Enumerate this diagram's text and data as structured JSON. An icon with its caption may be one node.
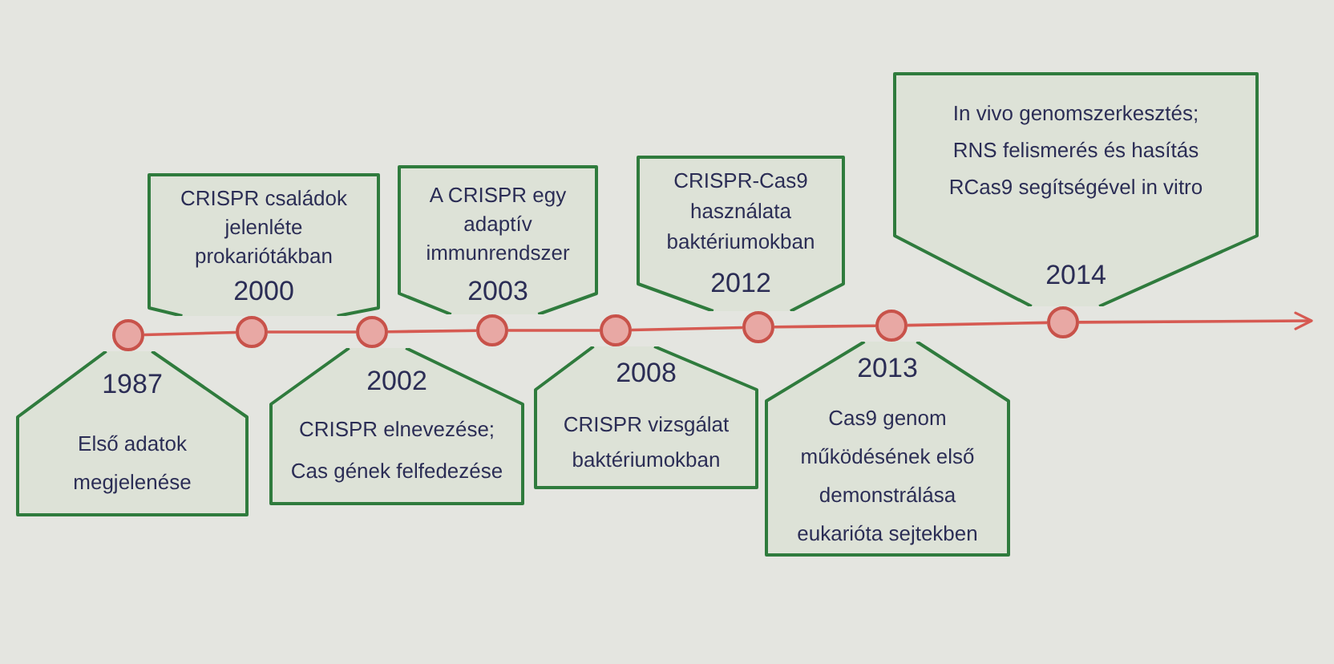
{
  "diagram": {
    "nodes": [
      {
        "text": [
          "1987",
          "Első adatok megjelenése"
        ]
      },
      {
        "text": [
          "CRISPR családok jelenléte prokariótákban",
          "2000"
        ]
      },
      {
        "text": [
          "2002",
          "CRISPR elnevezése; Cas gének felfedezése"
        ]
      },
      {
        "text": [
          "A CRISPR egy adaptív immunrendszer",
          "2003"
        ]
      },
      {
        "text": [
          "2008",
          "CRISPR vizsgálat baktériumokban"
        ]
      },
      {
        "text": [
          "CRISPR-Cas9 használata baktériumokban",
          "2012"
        ]
      },
      {
        "text": [
          "2013",
          "Cas9 genom működésének első demonstrálása eukarióta sejtekben"
        ]
      },
      {
        "text": [
          "In vivo genomszerkesztés; RNS felismerés és hasítás RCas9 segítségével in vitro",
          "2014"
        ]
      },
      {
        "text": [],
        "shape": "circle"
      },
      {
        "text": [],
        "shape": "circle"
      },
      {
        "text": [],
        "shape": "circle"
      },
      {
        "text": [],
        "shape": "circle"
      },
      {
        "text": [],
        "shape": "circle"
      },
      {
        "text": [],
        "shape": "circle"
      },
      {
        "text": [],
        "shape": "circle"
      },
      {
        "text": [],
        "shape": "circle"
      }
    ],
    "edges": [
      {
        "from": 8,
        "to": 9,
        "arrow": "none"
      },
      {
        "from": 9,
        "to": 10,
        "arrow": "none"
      },
      {
        "from": 10,
        "to": 11,
        "arrow": "none"
      },
      {
        "from": 11,
        "to": 12,
        "arrow": "none"
      },
      {
        "from": 12,
        "to": 13,
        "arrow": "none"
      },
      {
        "from": 13,
        "to": 14,
        "arrow": "none"
      },
      {
        "from": 14,
        "to": 15,
        "arrow": "none"
      },
      {
        "from": 15,
        "to": null,
        "arrow": "to"
      }
    ]
  }
}
